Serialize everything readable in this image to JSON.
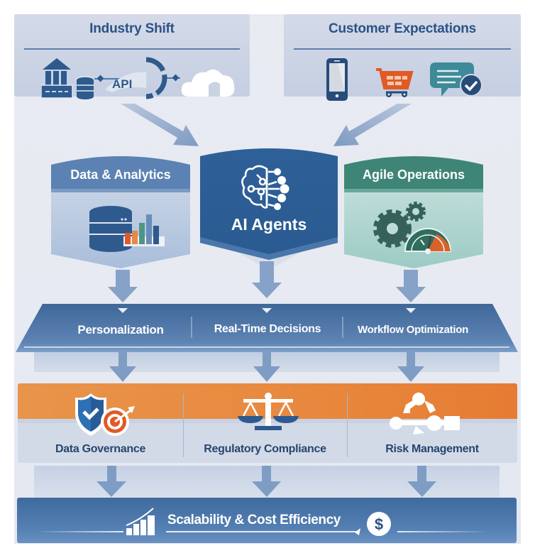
{
  "top": {
    "industry_shift": {
      "title": "Industry Shift",
      "icons": [
        "legacy-building-icon",
        "database-icon",
        "api-icon",
        "cloud-icon"
      ],
      "api_label": "API"
    },
    "customer_expectations": {
      "title": "Customer Expectations",
      "icons": [
        "smartphone-icon",
        "shopping-cart-icon",
        "chat-check-icon"
      ]
    }
  },
  "pillars": {
    "left": {
      "title": "Data & Analytics",
      "icon": "database-chart-icon"
    },
    "center": {
      "title": "AI Agents",
      "icon": "brain-circuit-icon"
    },
    "right": {
      "title": "Agile Operations",
      "icon": "gears-gauge-icon"
    }
  },
  "capabilities": [
    "Personalization",
    "Real-Time Decisions",
    "Workflow Optimization"
  ],
  "governance": [
    {
      "label": "Data Governance",
      "icon": "shield-target-icon"
    },
    {
      "label": "Regulatory Compliance",
      "icon": "scales-icon"
    },
    {
      "label": "Risk Management",
      "icon": "risk-network-icon"
    }
  ],
  "outcome": {
    "label": "Scalability & Cost Efficiency",
    "icons": [
      "growth-chart-icon",
      "dollar-coin-icon"
    ]
  },
  "colors": {
    "primary_blue": "#2f5f95",
    "light_blue": "#5f86b8",
    "teal": "#3e8577",
    "orange": "#e8813a",
    "arrow": "#7f9dc4"
  }
}
